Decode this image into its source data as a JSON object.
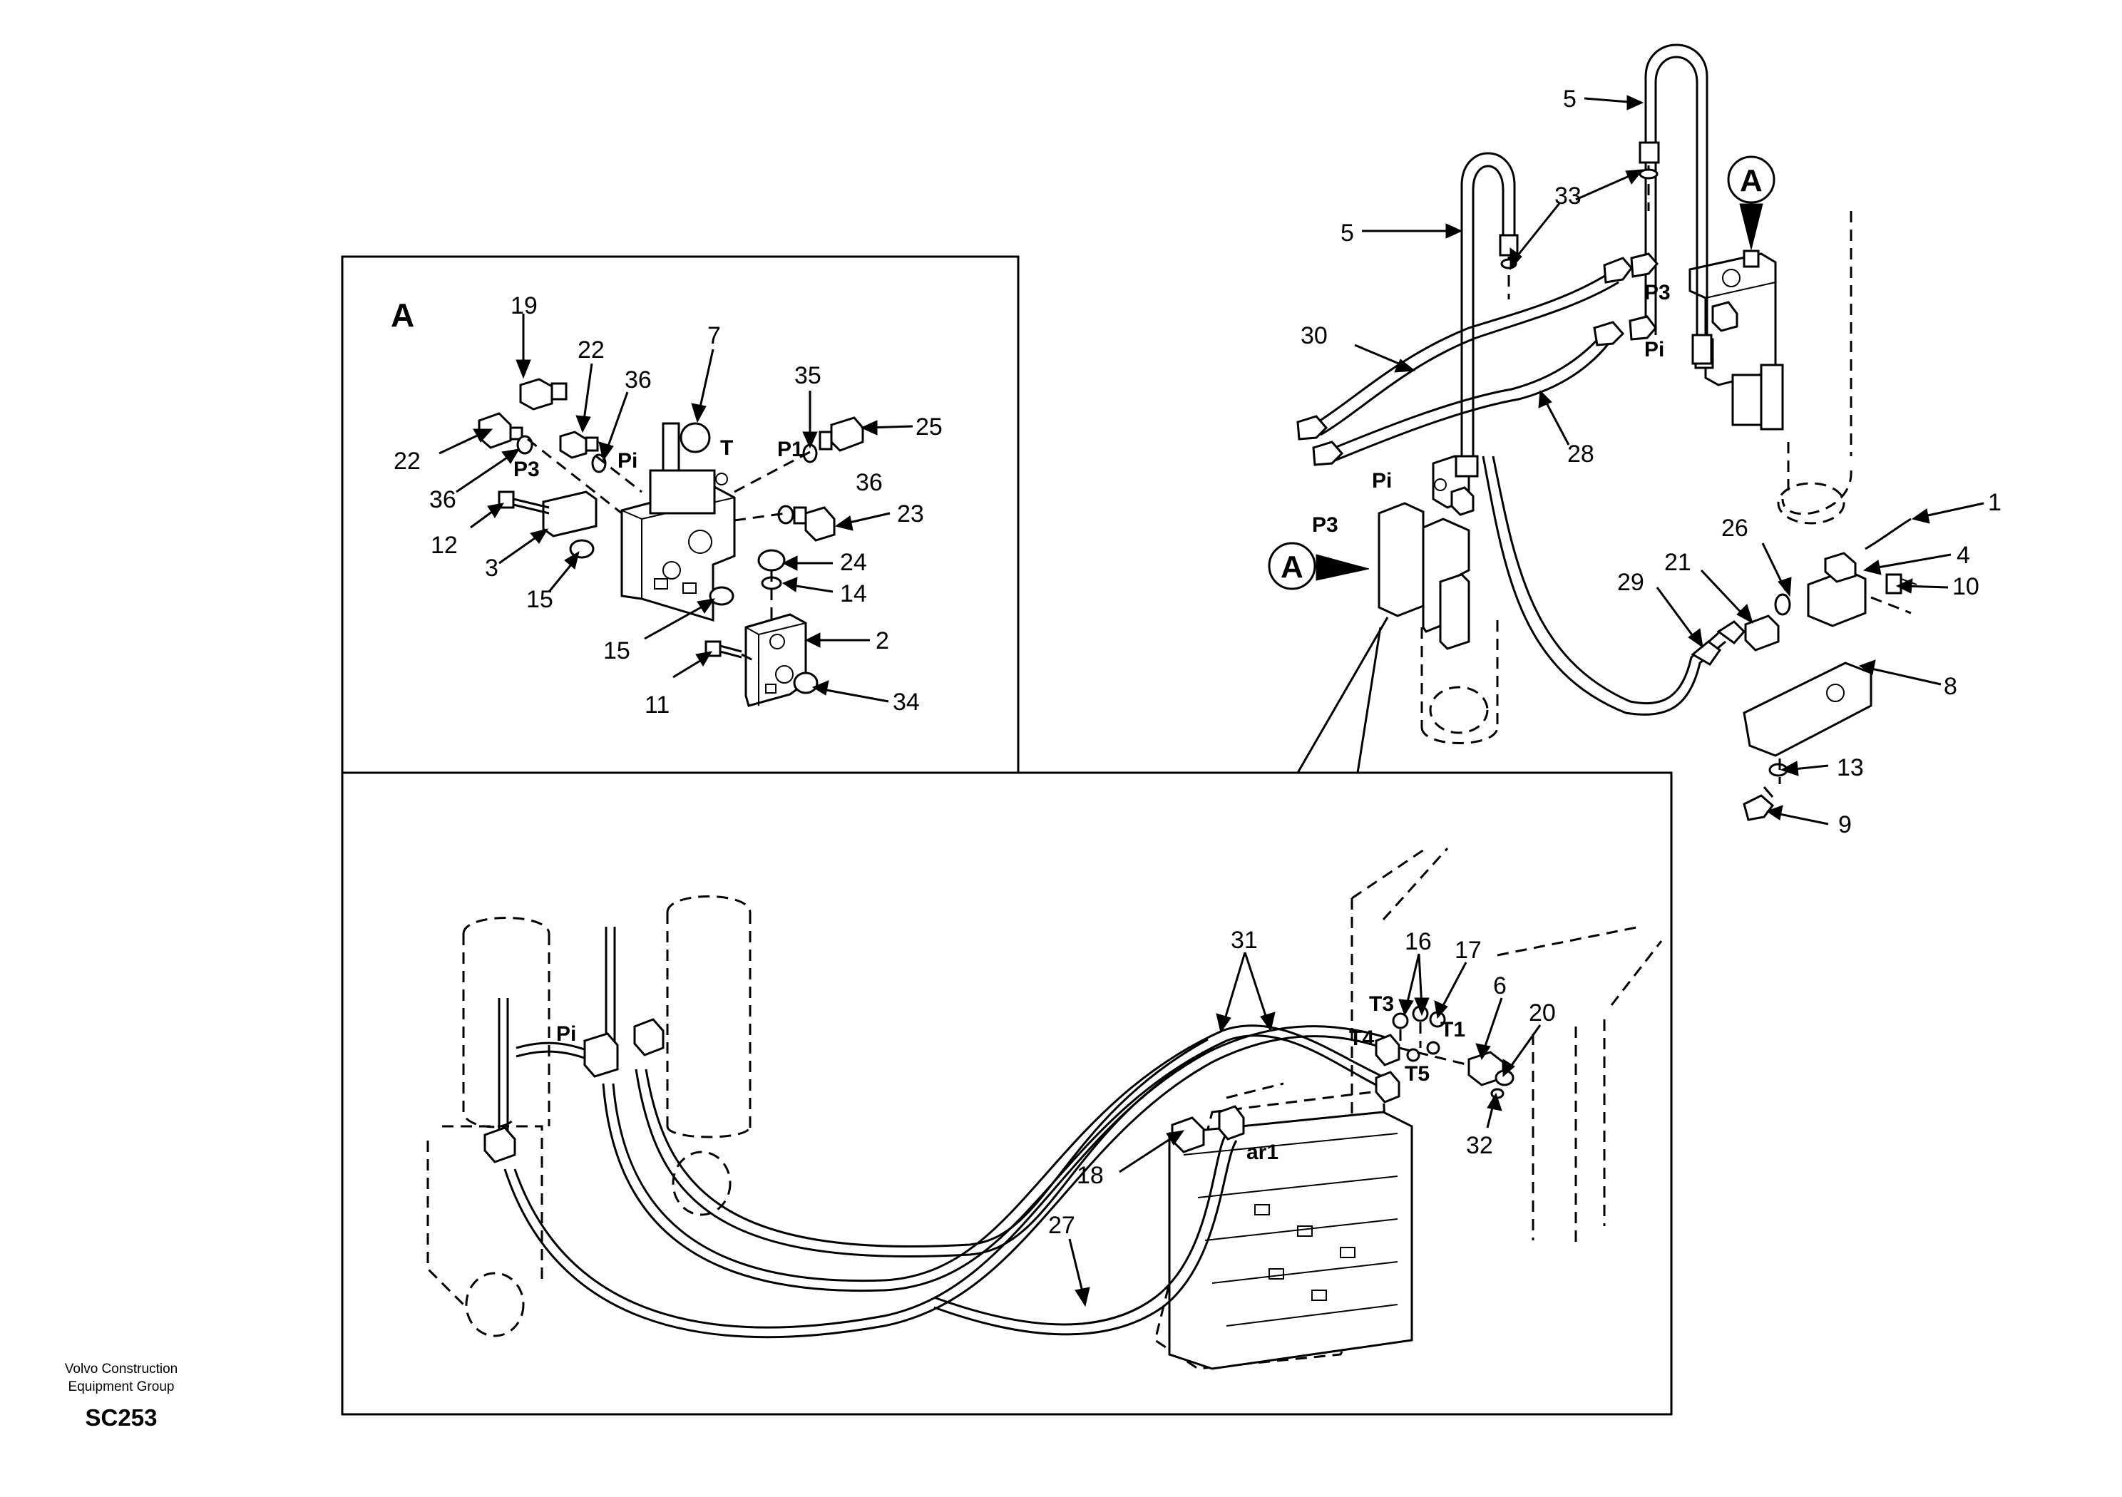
{
  "footer": {
    "company_line1": "Volvo Construction",
    "company_line2": "Equipment Group",
    "drawing_code": "SC253"
  },
  "detail_view": {
    "title": "A",
    "port_labels": {
      "p3": "P3",
      "pi": "Pi",
      "t": "T",
      "p1": "P1"
    },
    "callouts": [
      "19",
      "22",
      "36",
      "7",
      "35",
      "25",
      "22",
      "36",
      "23",
      "12",
      "3",
      "15",
      "24",
      "14",
      "15",
      "2",
      "11",
      "34",
      "36"
    ]
  },
  "main_view": {
    "view_marker": "A",
    "port_labels": {
      "p3_top": "P3",
      "pi_top": "Pi",
      "pi_left": "Pi",
      "p3_left": "P3"
    },
    "callouts": [
      "5",
      "5",
      "33",
      "30",
      "28",
      "1",
      "4",
      "10",
      "26",
      "21",
      "29",
      "8",
      "13",
      "9"
    ]
  },
  "lower_view": {
    "port_labels": {
      "pi": "Pi",
      "t3": "T3",
      "t4": "T4",
      "t1": "T1",
      "t5": "T5",
      "ar1": "ar1"
    },
    "callouts": [
      "31",
      "16",
      "17",
      "6",
      "20",
      "32",
      "18",
      "27"
    ]
  }
}
